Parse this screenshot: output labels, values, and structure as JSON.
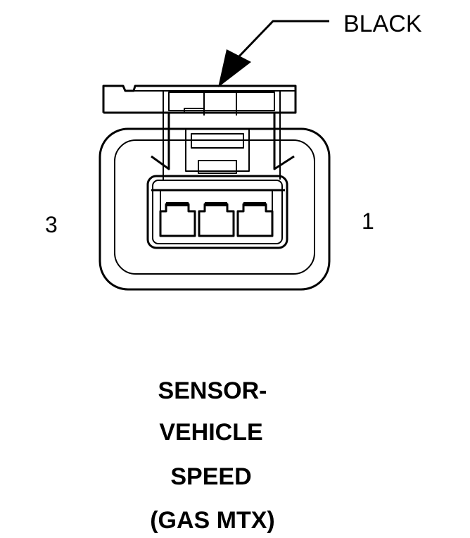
{
  "callout": {
    "color_label": "BLACK"
  },
  "pins": {
    "left": "3",
    "right": "1"
  },
  "title_lines": [
    "SENSOR-",
    "VEHICLE",
    "SPEED",
    "(GAS MTX)"
  ],
  "colors": {
    "line": "#000000",
    "background": "#ffffff"
  }
}
